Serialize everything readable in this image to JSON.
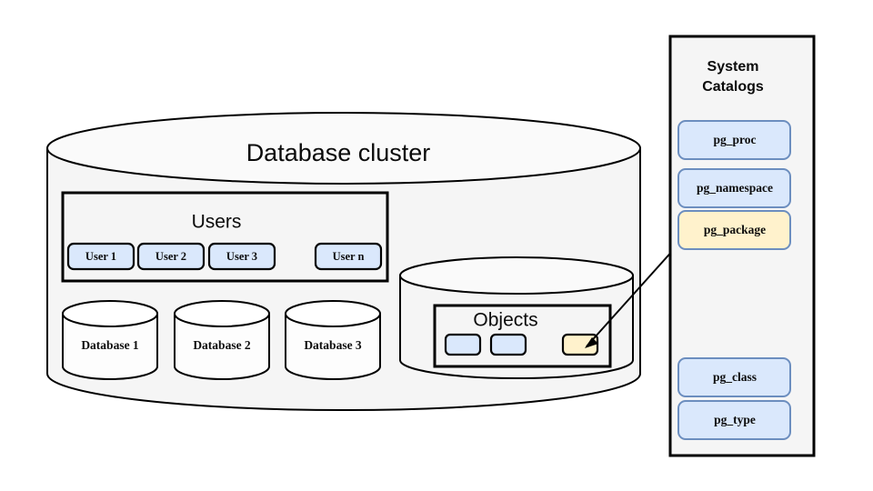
{
  "diagram": {
    "cluster": {
      "label": "Database  cluster",
      "users_group": {
        "label": "Users",
        "items": [
          {
            "label": "User 1"
          },
          {
            "label": "User 2"
          },
          {
            "label": "User 3"
          },
          {
            "label": "User n"
          }
        ]
      },
      "databases": [
        {
          "label": "Database 1"
        },
        {
          "label": "Database 2"
        },
        {
          "label": "Database 3"
        }
      ],
      "objects_cylinder": {
        "group_label": "Objects",
        "items": [
          {
            "label": "",
            "color": "#dae8fc"
          },
          {
            "label": "",
            "color": "#dae8fc"
          },
          {
            "label": "",
            "color": "#fff2cc"
          }
        ]
      }
    },
    "system_catalogs": {
      "title_line1": "System",
      "title_line2": "Catalogs",
      "items": [
        {
          "label": "pg_proc",
          "color": "#dae8fc"
        },
        {
          "label": "pg_namespace",
          "color": "#dae8fc"
        },
        {
          "label": "pg_package",
          "color": "#fff2cc"
        },
        {
          "label": "pg_class",
          "color": "#dae8fc"
        },
        {
          "label": "pg_type",
          "color": "#dae8fc"
        }
      ]
    },
    "connector": {
      "from": "objects-chip-3",
      "to": "catalog-item-pg_package",
      "style": "double-headed-arrow"
    },
    "colors": {
      "blue_fill": "#dae8fc",
      "blue_stroke": "#6c8ebf",
      "yellow_fill": "#fff2cc",
      "surface": "#f5f5f5",
      "outline": "#000000"
    }
  }
}
